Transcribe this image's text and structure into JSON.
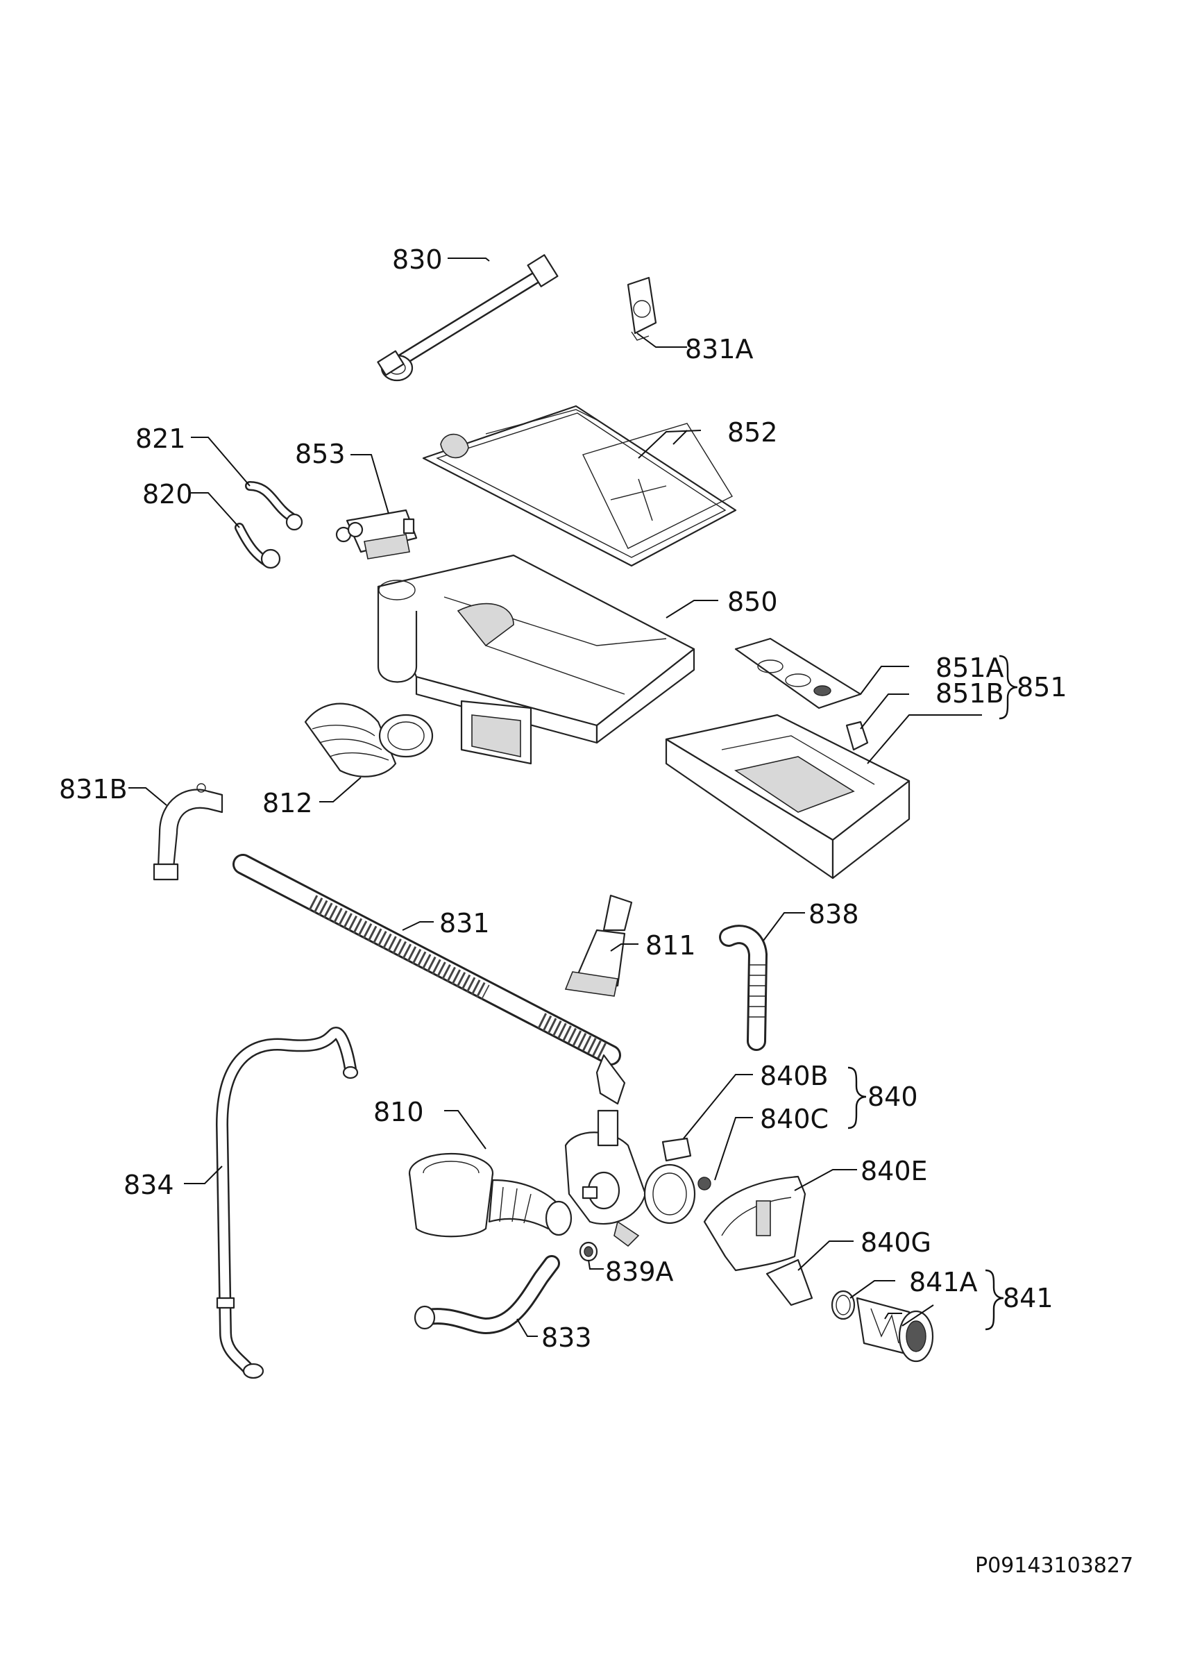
{
  "labels": {
    "p830": "830",
    "p831A": "831A",
    "p821": "821",
    "p853": "853",
    "p852": "852",
    "p820": "820",
    "p850": "850",
    "p851A": "851A",
    "p851B": "851B",
    "p851": "851",
    "p831B": "831B",
    "p812": "812",
    "p831": "831",
    "p811": "811",
    "p838": "838",
    "p840B": "840B",
    "p840": "840",
    "p840C": "840C",
    "p810": "810",
    "p834": "834",
    "p840E": "840E",
    "p840G": "840G",
    "p839A": "839A",
    "p841A": "841A",
    "p841": "841",
    "p833": "833"
  },
  "doc_id": "P09143103827"
}
